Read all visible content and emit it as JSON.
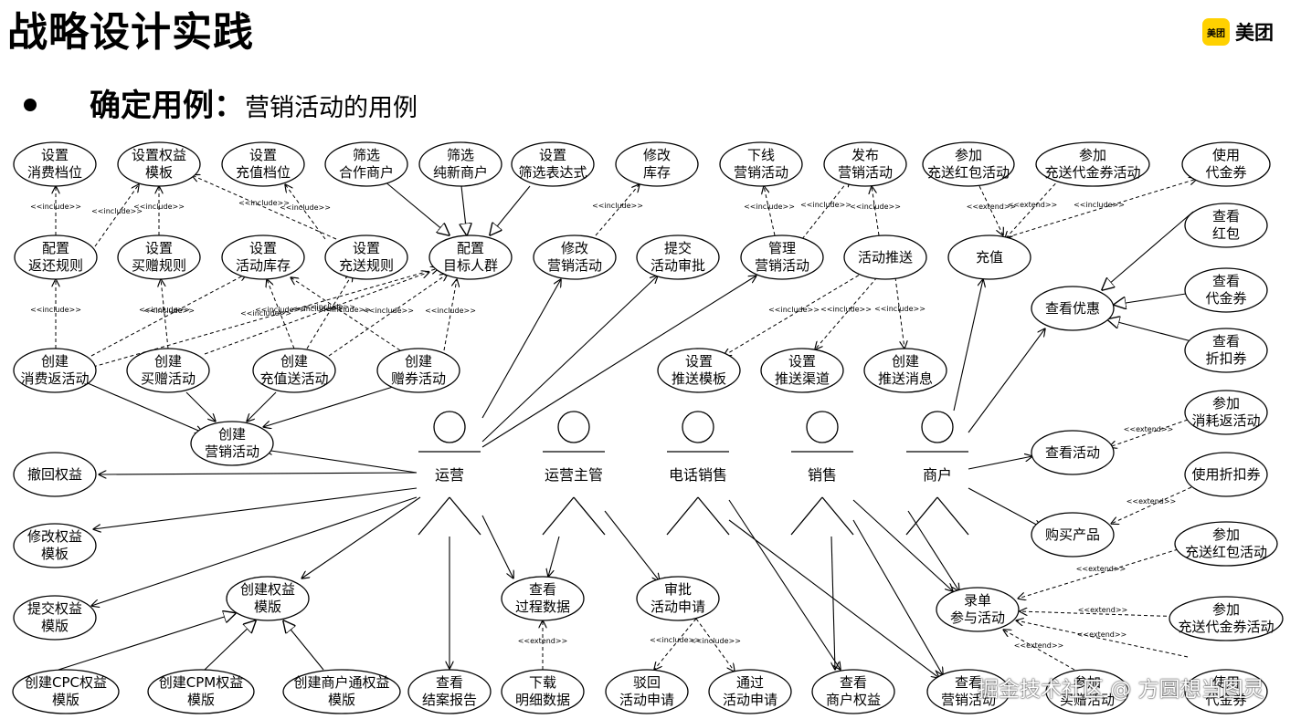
{
  "slide": {
    "title": "战略设计实践",
    "bullet_main": "确定用例：",
    "bullet_sub": "营销活动的用例",
    "logo_badge": "美团",
    "logo_text": "美团",
    "watermark": "掘金技术社区 @ 方圆想当图灵"
  },
  "diagram": {
    "include_label": "<<include>>",
    "extend_label": "<<extend>>",
    "actors": [
      {
        "id": "yunying",
        "name": "运营"
      },
      {
        "id": "zhuguan",
        "name": "运营主管"
      },
      {
        "id": "dianxiao",
        "name": "电话销售"
      },
      {
        "id": "xiaoshou",
        "name": "销售"
      },
      {
        "id": "shanghu",
        "name": "商户"
      }
    ],
    "use_cases": {
      "u1": [
        "设置",
        "消费档位"
      ],
      "u2": [
        "设置权益",
        "模板"
      ],
      "u3": [
        "设置",
        "充值档位"
      ],
      "u4": [
        "筛选",
        "合作商户"
      ],
      "u5": [
        "筛选",
        "纯新商户"
      ],
      "u6": [
        "设置",
        "筛选表达式"
      ],
      "u7": [
        "修改",
        "库存"
      ],
      "u8": [
        "下线",
        "营销活动"
      ],
      "u9": [
        "发布",
        "营销活动"
      ],
      "u10": [
        "参加",
        "充送红包活动"
      ],
      "u11": [
        "参加",
        "充送代金券活动"
      ],
      "u12": [
        "使用",
        "代金券"
      ],
      "r1": [
        "配置",
        "返还规则"
      ],
      "r2": [
        "设置",
        "买赠规则"
      ],
      "r3": [
        "设置",
        "活动库存"
      ],
      "r4": [
        "设置",
        "充送规则"
      ],
      "r5": [
        "配置",
        "目标人群"
      ],
      "r6": [
        "修改",
        "营销活动"
      ],
      "r7": [
        "提交",
        "活动审批"
      ],
      "r8": [
        "管理",
        "营销活动"
      ],
      "r9": [
        "活动推送"
      ],
      "r10": [
        "充值"
      ],
      "rc1": [
        "查看",
        "红包"
      ],
      "rc2": [
        "查看优惠"
      ],
      "rc3": [
        "查看",
        "代金券"
      ],
      "rc4": [
        "查看",
        "折扣券"
      ],
      "c1": [
        "创建",
        "消费返活动"
      ],
      "c2": [
        "创建",
        "买赠活动"
      ],
      "c3": [
        "创建",
        "充值送活动"
      ],
      "c4": [
        "创建",
        "赠券活动"
      ],
      "p1": [
        "设置",
        "推送模板"
      ],
      "p2": [
        "设置",
        "推送渠道"
      ],
      "p3": [
        "创建",
        "推送消息"
      ],
      "m1": [
        "创建",
        "营销活动"
      ],
      "m2": [
        "撤回权益"
      ],
      "m3": [
        "修改权益",
        "模板"
      ],
      "m4": [
        "提交权益",
        "模版"
      ],
      "m5": [
        "创建权益",
        "模版"
      ],
      "s1": [
        "参加",
        "消耗返活动"
      ],
      "s2": [
        "查看活动"
      ],
      "s3": [
        "使用折扣券"
      ],
      "s4": [
        "购买产品"
      ],
      "s5": [
        "参加",
        "充送红包活动"
      ],
      "s6": [
        "录单",
        "参与活动"
      ],
      "s7": [
        "参加",
        "充送代金券活动"
      ],
      "b1": [
        "创建CPC权益",
        "模版"
      ],
      "b2": [
        "创建CPM权益",
        "模版"
      ],
      "b3": [
        "创建商户通权益",
        "模版"
      ],
      "b4": [
        "查看",
        "结案报告"
      ],
      "b5": [
        "下载",
        "明细数据"
      ],
      "b6": [
        "驳回",
        "活动申请"
      ],
      "b7": [
        "通过",
        "活动申请"
      ],
      "b8": [
        "查看",
        "商户权益"
      ],
      "b9": [
        "查看",
        "营销活动"
      ],
      "b10": [
        "参加",
        "买赠活动"
      ],
      "b11": [
        "使用",
        "代金券"
      ],
      "v1": [
        "查看",
        "过程数据"
      ],
      "v2": [
        "审批",
        "活动申请"
      ]
    }
  }
}
